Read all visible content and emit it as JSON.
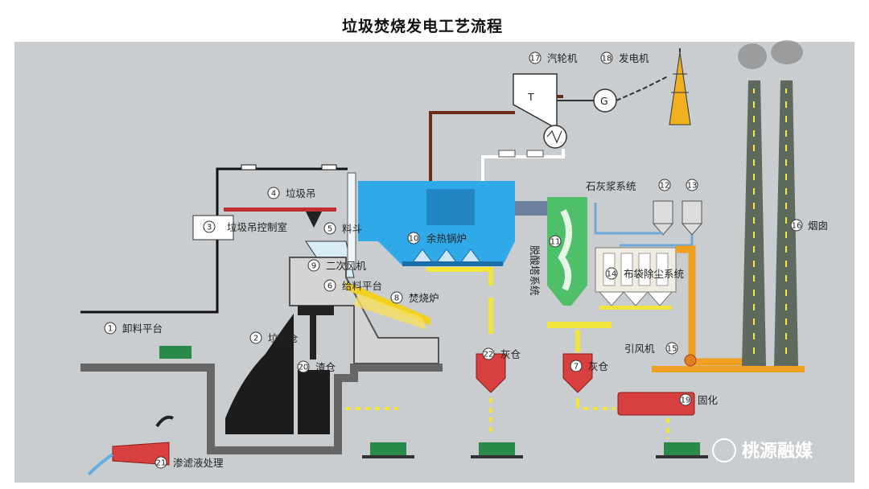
{
  "title": "垃圾焚烧发电工艺流程",
  "labels": {
    "l1": {
      "num": "1",
      "text": "卸料平台"
    },
    "l2": {
      "num": "2",
      "text": "垃圾仓"
    },
    "l3": {
      "num": "3",
      "text": "垃圾吊控制室"
    },
    "l4": {
      "num": "4",
      "text": "垃圾吊"
    },
    "l5": {
      "num": "5",
      "text": "料斗"
    },
    "l6": {
      "num": "6",
      "text": "给料平台"
    },
    "l7": {
      "num": "7",
      "text": "灰仓"
    },
    "l8": {
      "num": "8",
      "text": "焚烧炉"
    },
    "l9": {
      "num": "9",
      "text": "二次风机"
    },
    "l10": {
      "num": "10",
      "text": "余热锅炉"
    },
    "l11": {
      "num": "11",
      "text": "脱酸塔系统"
    },
    "l12": {
      "num": "12",
      "text": ""
    },
    "l13": {
      "num": "13",
      "text": ""
    },
    "l14": {
      "num": "14",
      "text": "布袋除尘系统"
    },
    "l15": {
      "num": "15",
      "text": "引风机"
    },
    "l16": {
      "num": "16",
      "text": "烟囱"
    },
    "l17": {
      "num": "17",
      "text": "汽轮机"
    },
    "l18": {
      "num": "18",
      "text": "发电机"
    },
    "l19": {
      "num": "19",
      "text": "固化"
    },
    "l20": {
      "num": "20",
      "text": "渣仓"
    },
    "l21": {
      "num": "21",
      "text": "渗滤液处理"
    },
    "l22": {
      "num": "22",
      "text": "灰仓"
    }
  },
  "lime_system": "石灰浆系统",
  "turbine_letter": "T",
  "generator_letter": "G",
  "watermark": "桃源融媒",
  "colors": {
    "panel": "#c9cdd0",
    "boiler": "#2fa9e8",
    "tower": "#4fbf6a",
    "ash": "#d84040",
    "flow_yellow": "#f2e53a",
    "duct_orange": "#f0a020",
    "steam_pipe": "#6b2a1a",
    "chimney": "#5e6a5e"
  }
}
